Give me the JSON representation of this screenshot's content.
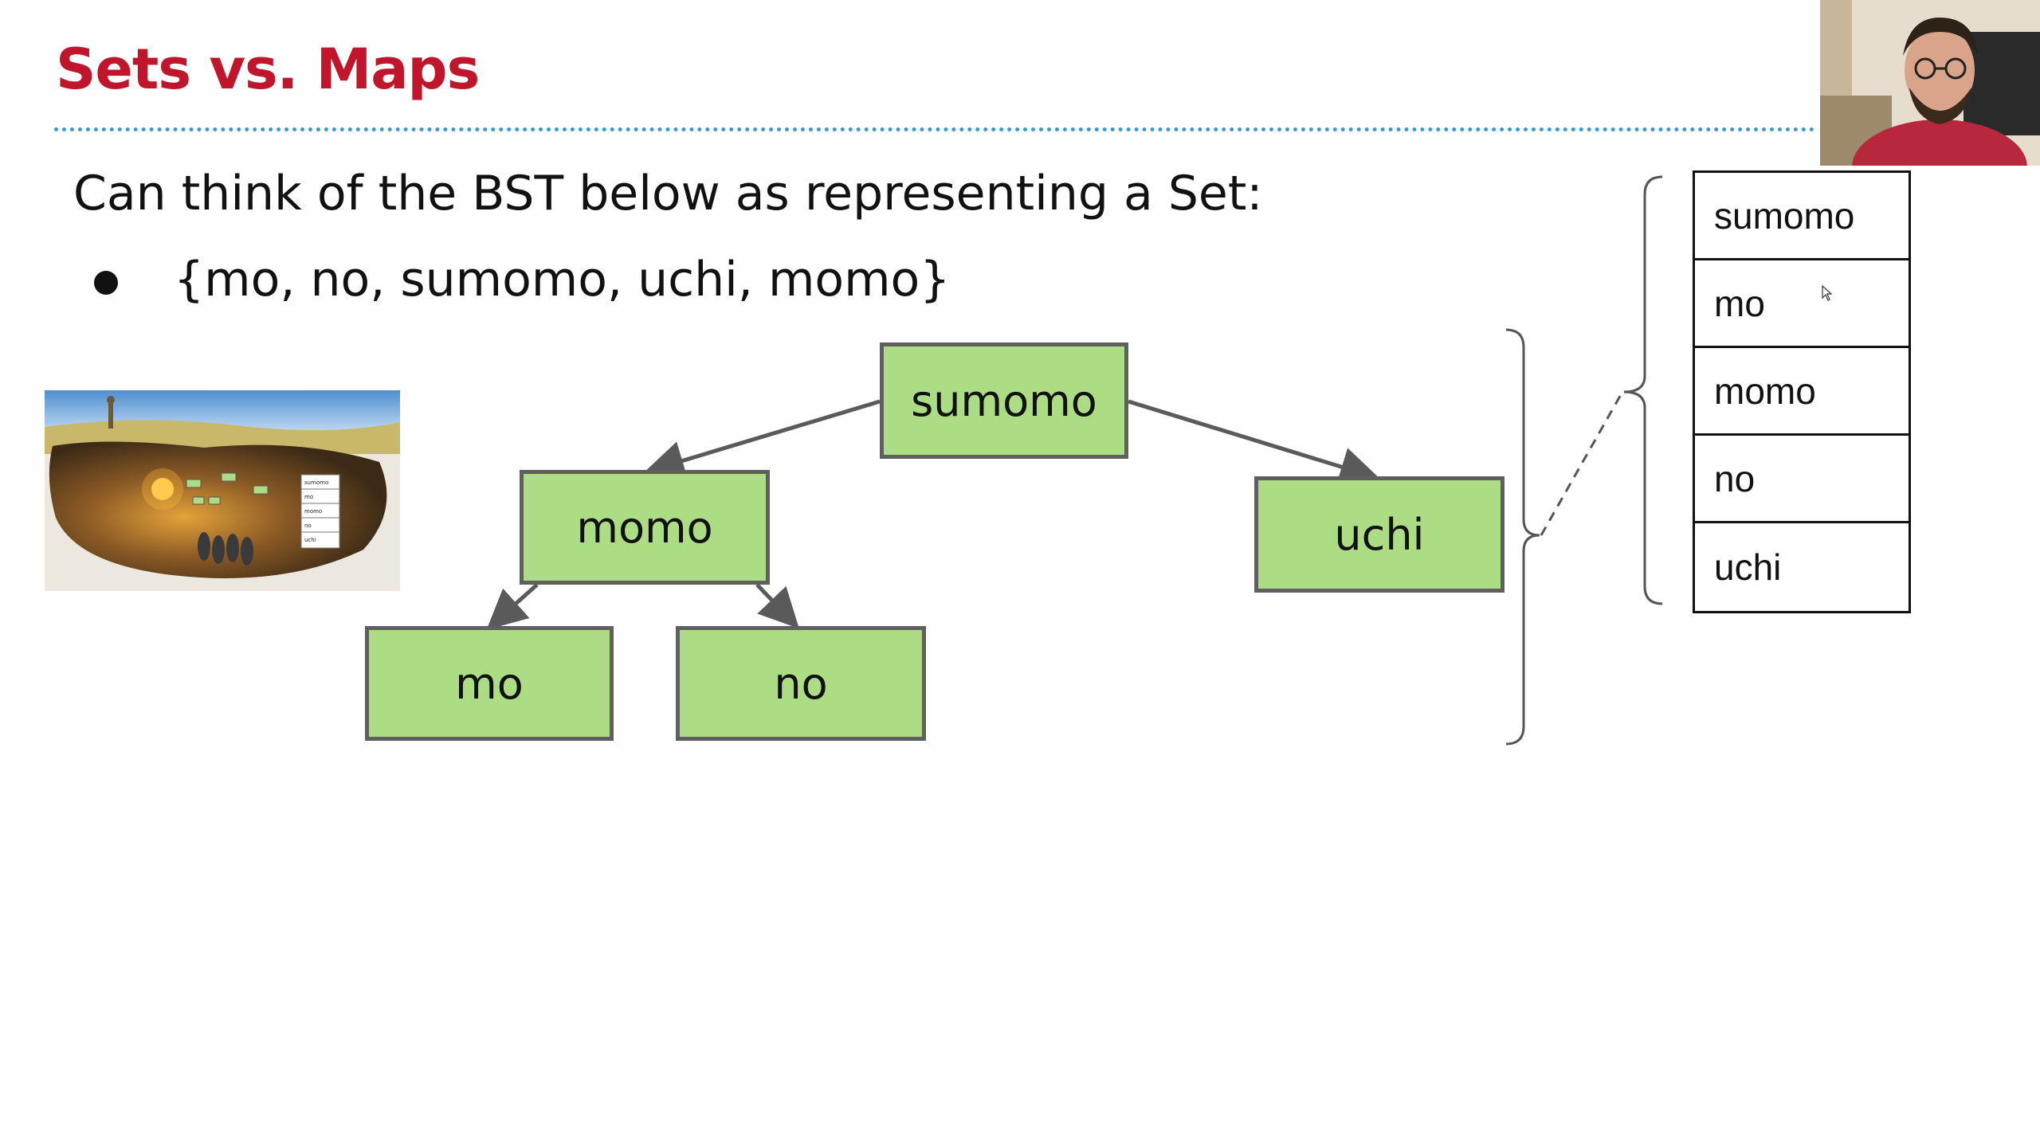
{
  "slide": {
    "title": "Sets vs. Maps",
    "intro": "Can think of the BST below as representing a Set:",
    "bullets": [
      "{mo, no, sumomo, uchi, momo}"
    ]
  },
  "tree": {
    "nodes": {
      "root": "sumomo",
      "left": "momo",
      "right": "uchi",
      "left_left": "mo",
      "left_right": "no"
    }
  },
  "set_list": [
    "sumomo",
    "mo",
    "momo",
    "no",
    "uchi"
  ],
  "thumbnail": {
    "list": [
      "sumomo",
      "mo",
      "momo",
      "no",
      "uchi"
    ]
  },
  "colors": {
    "title": "#c0152a",
    "rule": "#3a9ad0",
    "node_fill": "#acdc84",
    "node_border": "#5f5f5f"
  }
}
